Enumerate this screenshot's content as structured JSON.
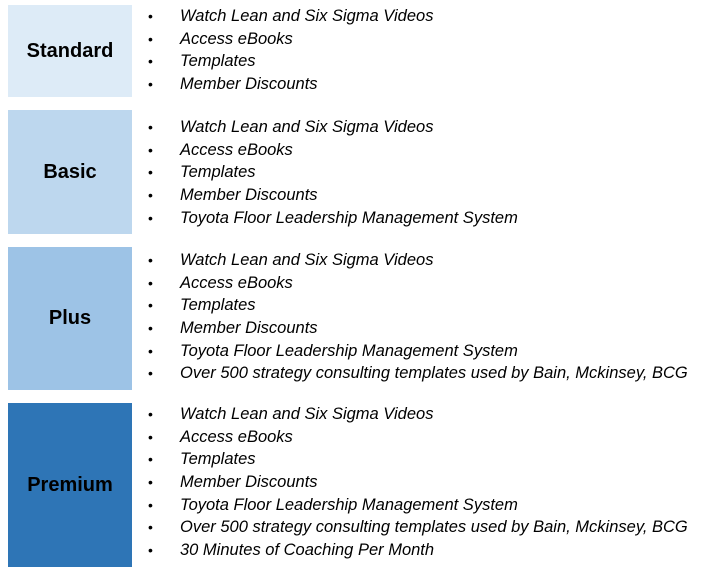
{
  "tiers": [
    {
      "name": "Standard",
      "color": "#DDEBF7",
      "features": [
        "Watch Lean and Six Sigma Videos",
        "Access eBooks",
        "Templates",
        "Member Discounts"
      ]
    },
    {
      "name": "Basic",
      "color": "#BDD7EE",
      "features": [
        "Watch Lean and Six Sigma Videos",
        "Access eBooks",
        "Templates",
        "Member Discounts",
        "Toyota Floor Leadership Management System"
      ]
    },
    {
      "name": "Plus",
      "color": "#9DC3E6",
      "features": [
        "Watch Lean and Six Sigma Videos",
        "Access eBooks",
        "Templates",
        "Member Discounts",
        "Toyota Floor Leadership Management System",
        "Over 500 strategy consulting templates used by Bain, Mckinsey, BCG"
      ]
    },
    {
      "name": "Premium",
      "color": "#2E75B6",
      "features": [
        "Watch Lean and Six Sigma Videos",
        "Access eBooks",
        "Templates",
        "Member Discounts",
        "Toyota Floor Leadership Management System",
        "Over 500 strategy consulting templates used by Bain, Mckinsey, BCG",
        "30 Minutes of Coaching Per Month"
      ]
    }
  ]
}
